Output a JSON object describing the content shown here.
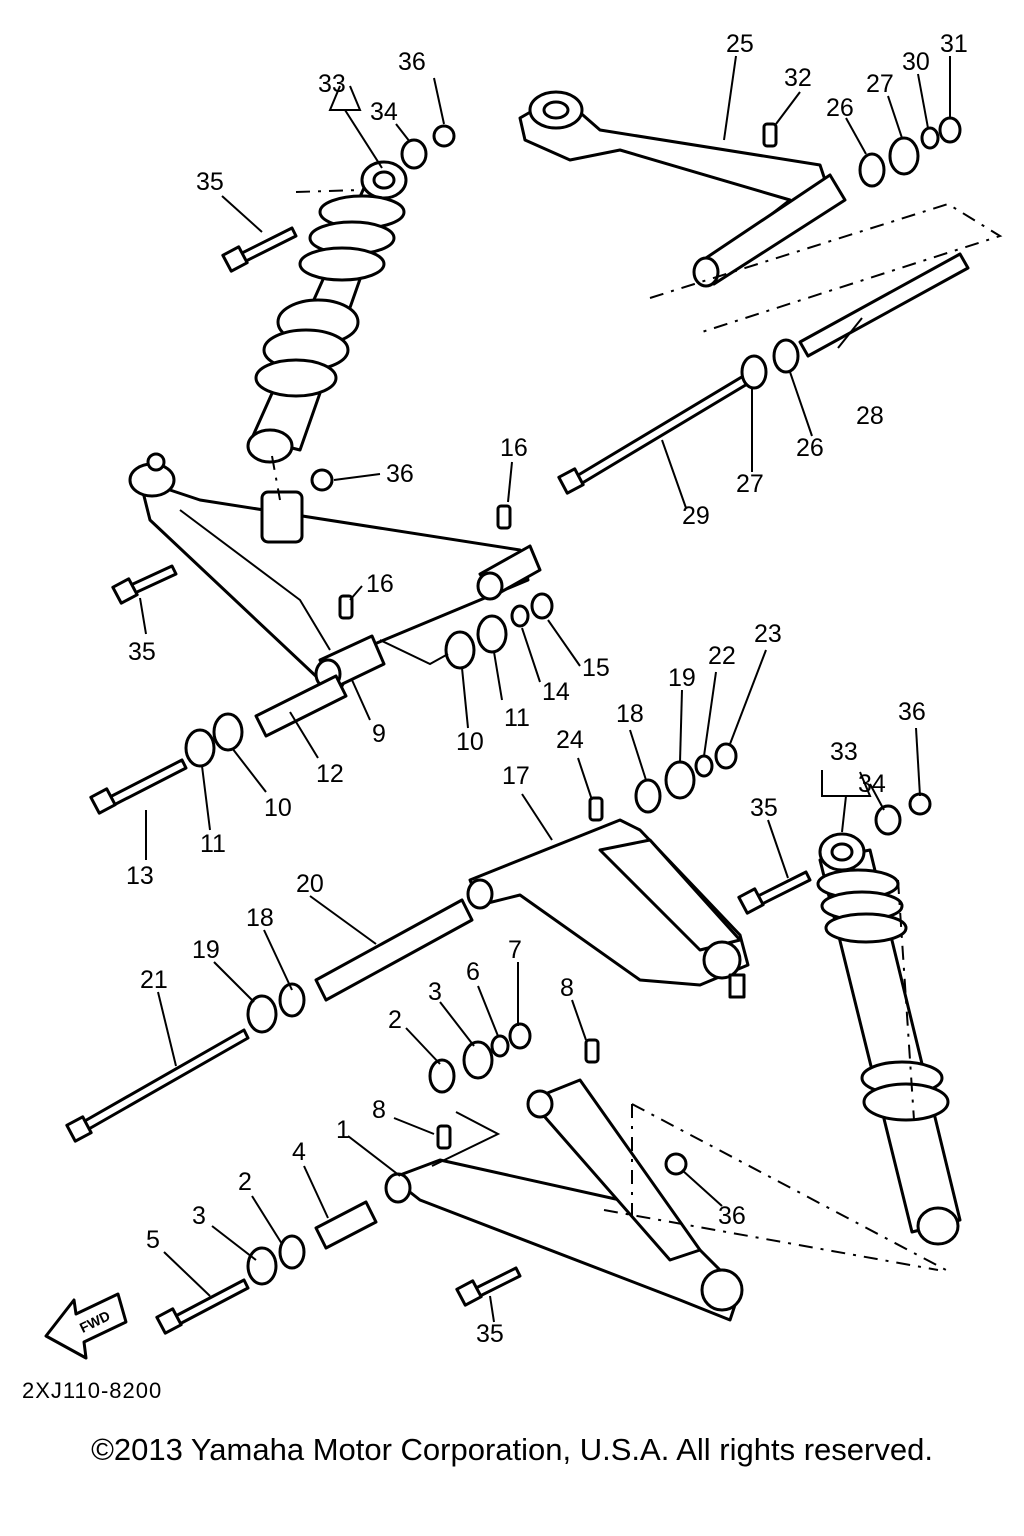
{
  "diagram": {
    "drawing_code": "2XJ110-8200",
    "copyright": "©2013 Yamaha Motor Corporation, U.S.A. All rights reserved.",
    "fwd_label": "FWD",
    "callouts": {
      "c1": "1",
      "c2a": "2",
      "c2b": "2",
      "c3a": "3",
      "c3b": "3",
      "c4": "4",
      "c5": "5",
      "c6": "6",
      "c7": "7",
      "c8a": "8",
      "c8b": "8",
      "c9": "9",
      "c10a": "10",
      "c10b": "10",
      "c11a": "11",
      "c11b": "11",
      "c12": "12",
      "c13": "13",
      "c14": "14",
      "c15": "15",
      "c16a": "16",
      "c16b": "16",
      "c17": "17",
      "c18a": "18",
      "c18b": "18",
      "c19a": "19",
      "c19b": "19",
      "c20": "20",
      "c21": "21",
      "c22": "22",
      "c23": "23",
      "c24": "24",
      "c25": "25",
      "c26a": "26",
      "c26b": "26",
      "c27a": "27",
      "c27b": "27",
      "c28": "28",
      "c29": "29",
      "c30": "30",
      "c31": "31",
      "c32": "32",
      "c33a": "33",
      "c33b": "33",
      "c34a": "34",
      "c34b": "34",
      "c35a": "35",
      "c35b": "35",
      "c35c": "35",
      "c35d": "35",
      "c36a": "36",
      "c36b": "36",
      "c36c": "36",
      "c36d": "36"
    }
  }
}
